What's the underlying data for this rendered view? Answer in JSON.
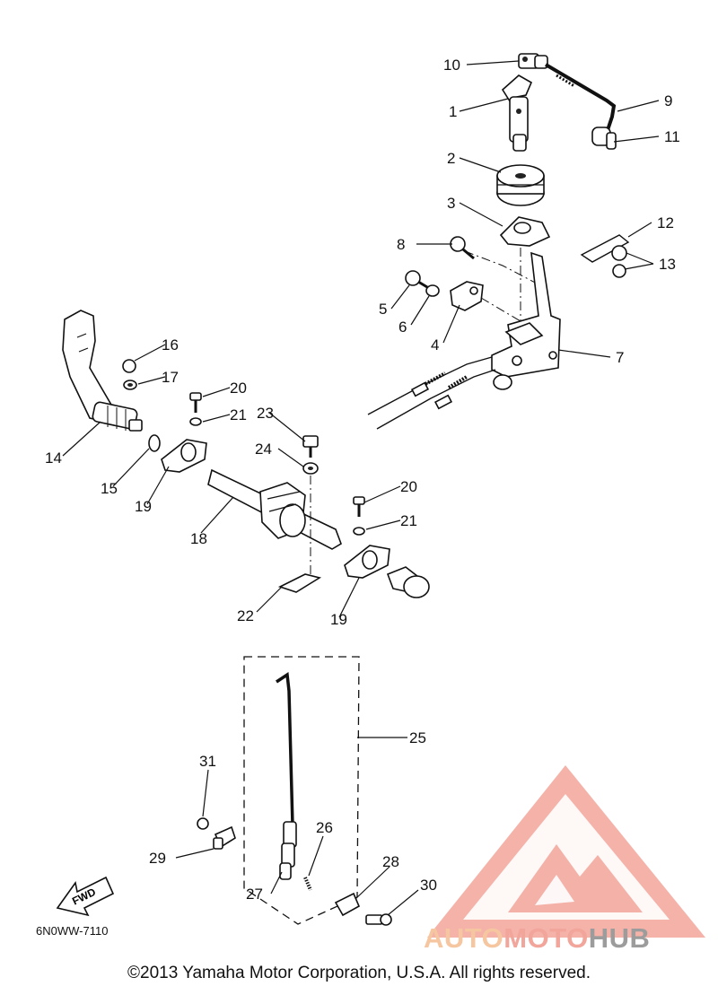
{
  "callouts": {
    "c1": "1",
    "c2": "2",
    "c3": "3",
    "c4": "4",
    "c5": "5",
    "c6": "6",
    "c7": "7",
    "c8": "8",
    "c9": "9",
    "c10": "10",
    "c11": "11",
    "c12": "12",
    "c13": "13",
    "c14": "14",
    "c15": "15",
    "c16": "16",
    "c17": "17",
    "c18": "18",
    "c19a": "19",
    "c19b": "19",
    "c20a": "20",
    "c20b": "20",
    "c21a": "21",
    "c21b": "21",
    "c22": "22",
    "c23": "23",
    "c24": "24",
    "c25": "25",
    "c26": "26",
    "c27": "27",
    "c28": "28",
    "c29": "29",
    "c30": "30",
    "c31": "31"
  },
  "fwd_label": "FWD",
  "drawing_code": "6N0WW-7110",
  "copyright": "©2013 Yamaha Motor Corporation, U.S.A. All rights reserved.",
  "watermark": {
    "part1": "AUTO",
    "part2": "MOTO",
    "part3": "HUB",
    "colors": {
      "auto": "#f5c6a0",
      "moto": "#f2a59a",
      "hub": "#9c9c9c",
      "triangle": "#f2a59a"
    }
  }
}
